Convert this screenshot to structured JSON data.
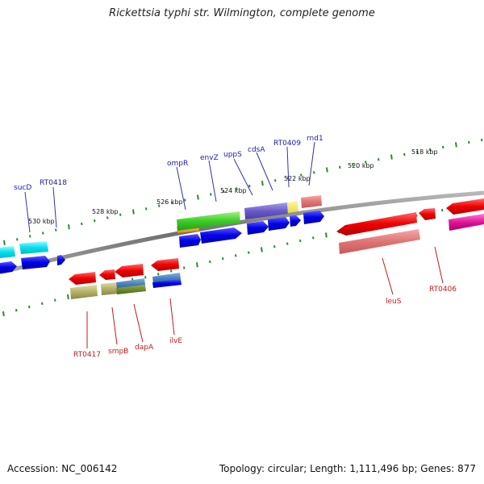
{
  "title": "Rickettsia typhi str. Wilmington, complete genome",
  "footer": {
    "accession": "Accession: NC_006142",
    "summary": "Topology: circular; Length: 1,111,496 bp; Genes: 877"
  },
  "kbp_labels": [
    "530 kbp",
    "528 kbp",
    "526 kbp",
    "524 kbp",
    "522 kbp",
    "520 kbp",
    "518 kbp"
  ],
  "plus_gene_labels": [
    "sucD",
    "RT0418",
    "ompR",
    "envZ",
    "uppS",
    "cdsA",
    "RT0409",
    "rnd1"
  ],
  "minus_gene_labels": [
    "RT0417",
    "smpB",
    "dapA",
    "ilvE",
    "leuS",
    "RT0406"
  ],
  "colors": {
    "plus_label": "#1a1aa8",
    "minus_label": "#c41a1a",
    "cds_plus": "#0a0ae6",
    "cds_minus": "#e60a0a",
    "backbone": "#808080",
    "tick": "#2d8a2d"
  }
}
